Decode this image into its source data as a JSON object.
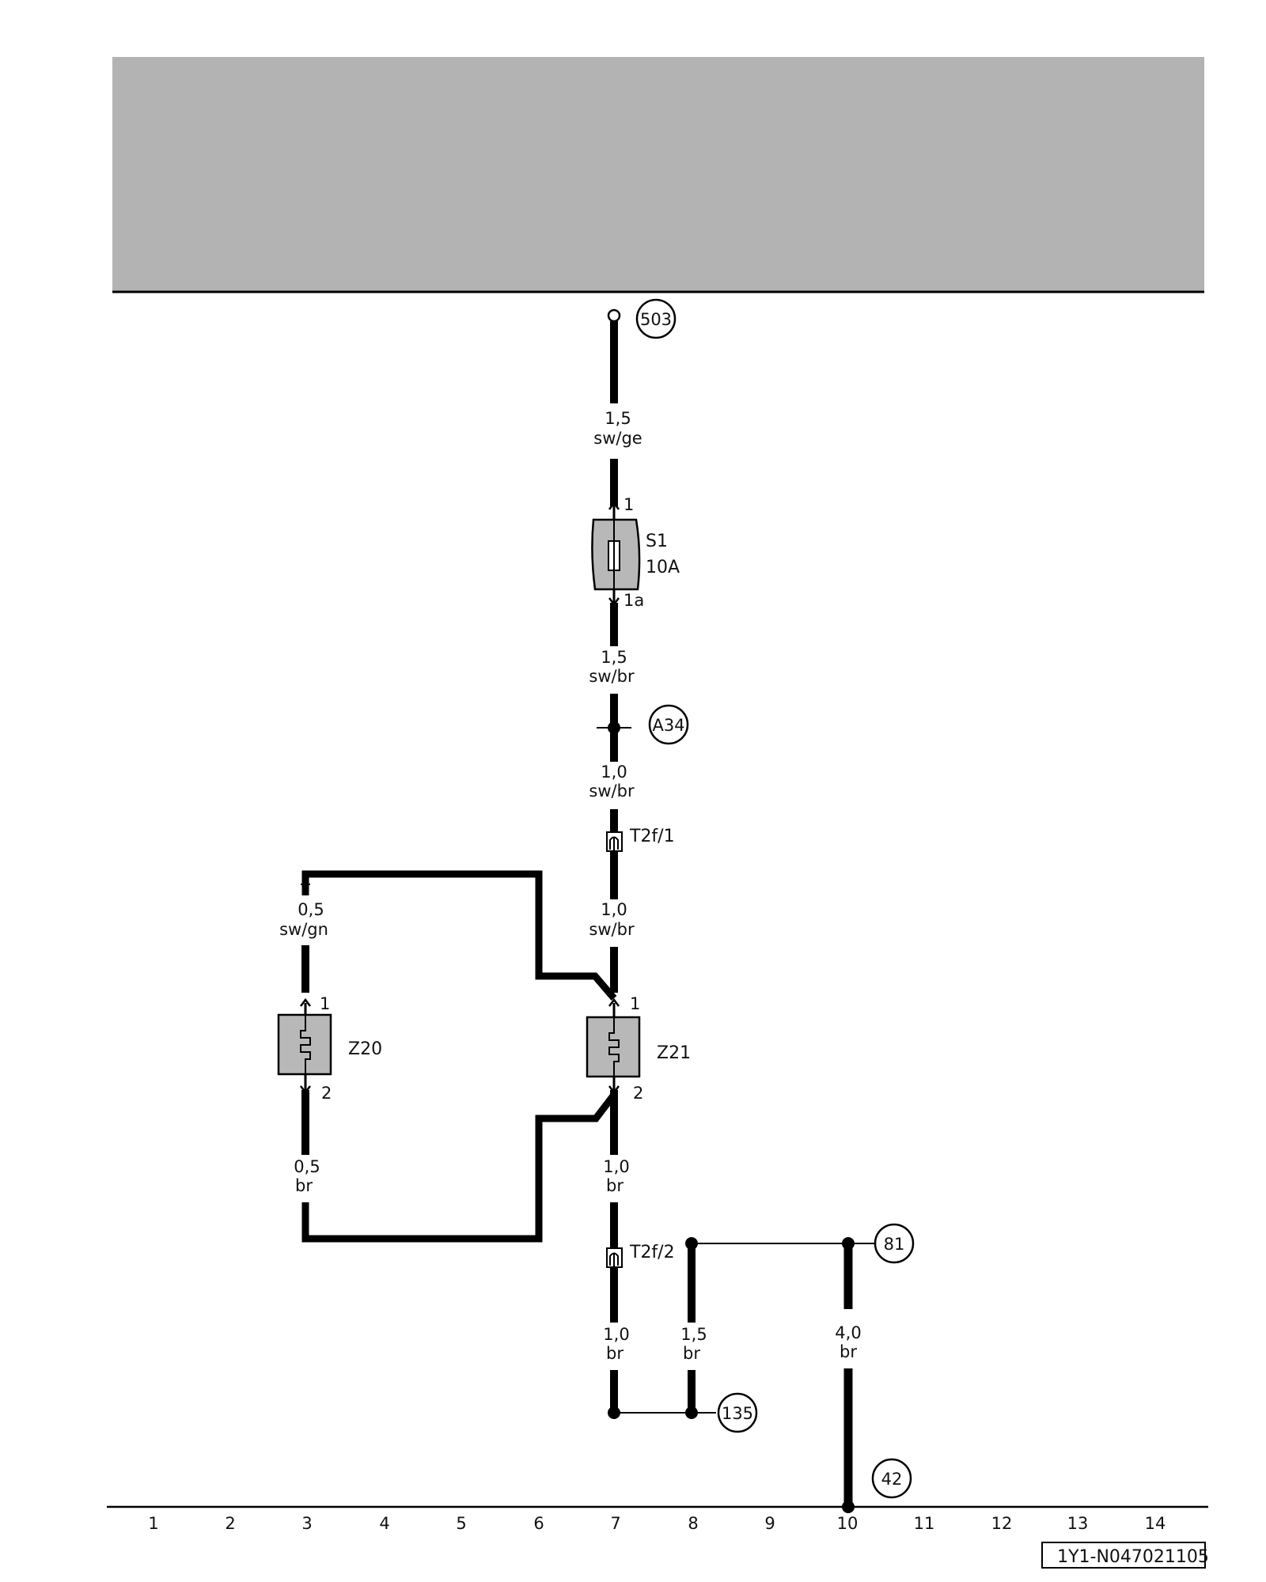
{
  "references": [
    "503",
    "A34",
    "81",
    "135",
    "42"
  ],
  "wires": {
    "w1": {
      "gauge": "1,5",
      "color": "sw/ge"
    },
    "w2": {
      "gauge": "1,5",
      "color": "sw/br"
    },
    "w3": {
      "gauge": "1,0",
      "color": "sw/br"
    },
    "w4": {
      "gauge": "1,0",
      "color": "sw/br"
    },
    "w5": {
      "gauge": "0,5",
      "color": "sw/gn"
    },
    "w6": {
      "gauge": "0,5",
      "color": "br"
    },
    "w7": {
      "gauge": "1,0",
      "color": "br"
    },
    "w8": {
      "gauge": "1,0",
      "color": "br"
    },
    "w9": {
      "gauge": "1,5",
      "color": "br"
    },
    "w10": {
      "gauge": "4,0",
      "color": "br"
    }
  },
  "components": {
    "fuse": {
      "name": "S1",
      "rating": "10A",
      "pin_top": "1",
      "pin_bottom": "1a"
    },
    "z20": {
      "name": "Z20",
      "pin_top": "1",
      "pin_bottom": "2"
    },
    "z21": {
      "name": "Z21",
      "pin_top": "1",
      "pin_bottom": "2"
    },
    "connector1": {
      "name": "T2f/1"
    },
    "connector2": {
      "name": "T2f/2"
    }
  },
  "columns": [
    "1",
    "2",
    "3",
    "4",
    "5",
    "6",
    "7",
    "8",
    "9",
    "10",
    "11",
    "12",
    "13",
    "14"
  ],
  "drawing_code": "1Y1-N047021105",
  "colors": {
    "header_fill": "#b3b3b3",
    "component_fill": "#b8b8b8",
    "wire": "#000000"
  }
}
